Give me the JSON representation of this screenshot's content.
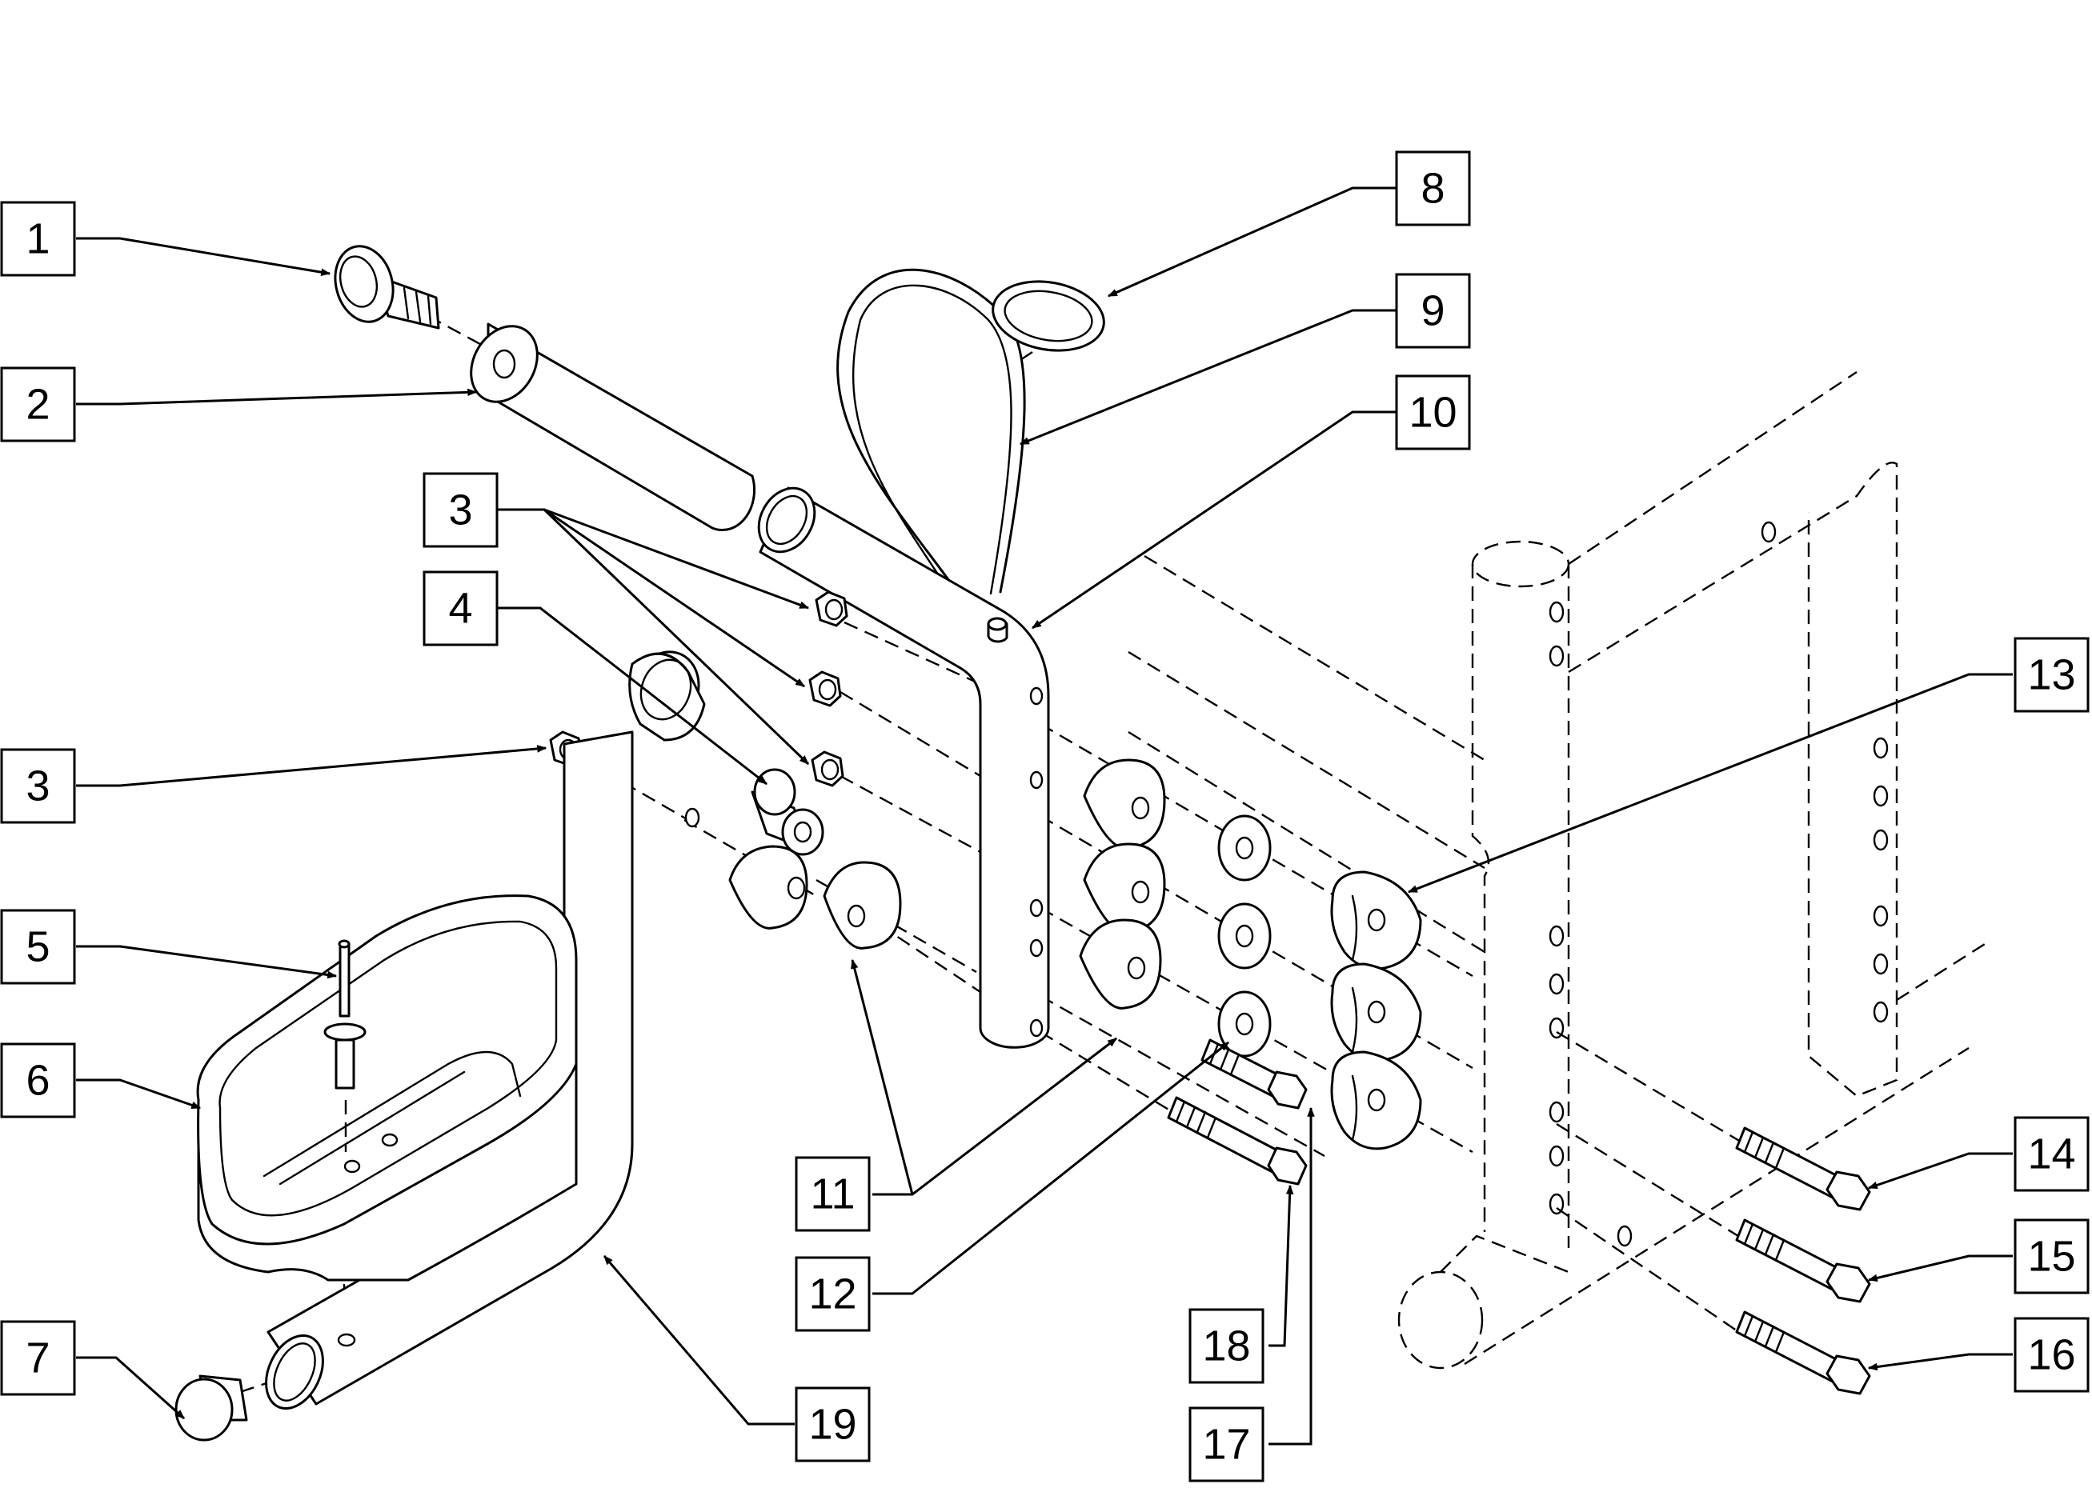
{
  "callouts": [
    {
      "label": "1"
    },
    {
      "label": "2"
    },
    {
      "label": "3"
    },
    {
      "label": "4"
    },
    {
      "label": "3"
    },
    {
      "label": "5"
    },
    {
      "label": "6"
    },
    {
      "label": "7"
    },
    {
      "label": "8"
    },
    {
      "label": "9"
    },
    {
      "label": "10"
    },
    {
      "label": "11"
    },
    {
      "label": "12"
    },
    {
      "label": "13"
    },
    {
      "label": "14"
    },
    {
      "label": "15"
    },
    {
      "label": "16"
    },
    {
      "label": "17"
    },
    {
      "label": "18"
    },
    {
      "label": "19"
    }
  ],
  "colors": {
    "line": "#000000",
    "background": "#ffffff"
  }
}
